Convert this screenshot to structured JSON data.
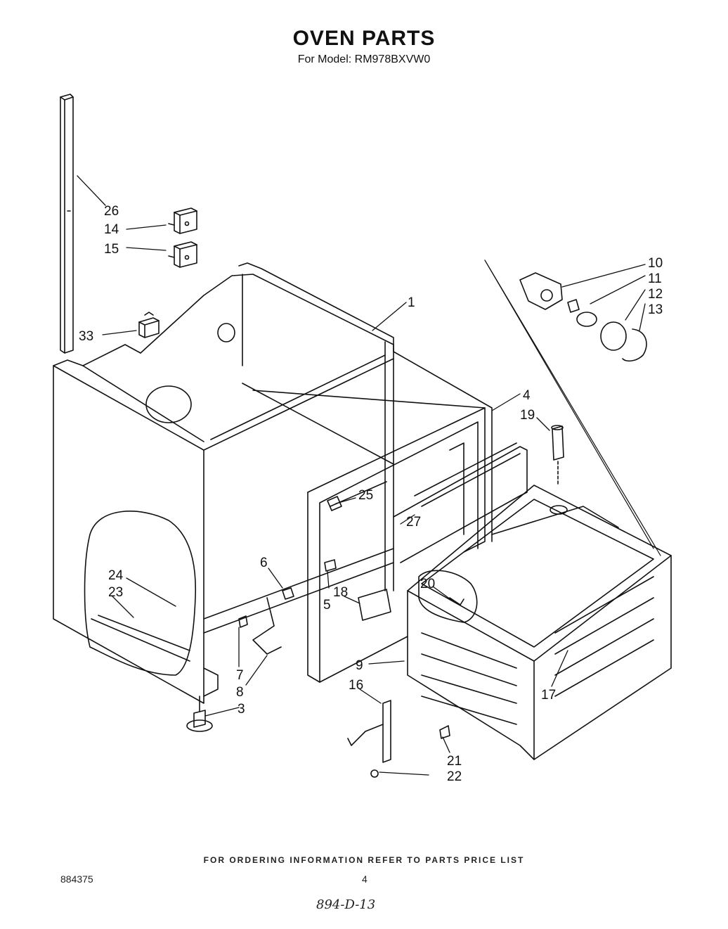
{
  "header": {
    "title": "OVEN PARTS",
    "subtitle": "For Model: RM978BXVW0"
  },
  "callouts": {
    "c1": "1",
    "c3": "3",
    "c4": "4",
    "c5": "5",
    "c6": "6",
    "c7": "7",
    "c8": "8",
    "c9": "9",
    "c10": "10",
    "c11": "11",
    "c12": "12",
    "c13": "13",
    "c14": "14",
    "c15": "15",
    "c16": "16",
    "c17": "17",
    "c18": "18",
    "c19": "19",
    "c20": "20",
    "c21": "21",
    "c22": "22",
    "c23": "23",
    "c24": "24",
    "c25": "25",
    "c26": "26",
    "c27": "27",
    "c33": "33"
  },
  "footer": {
    "ordering_note": "FOR ORDERING INFORMATION REFER TO PARTS PRICE LIST",
    "doc_number": "884375",
    "page_number": "4",
    "handwritten": "894-D-13"
  }
}
